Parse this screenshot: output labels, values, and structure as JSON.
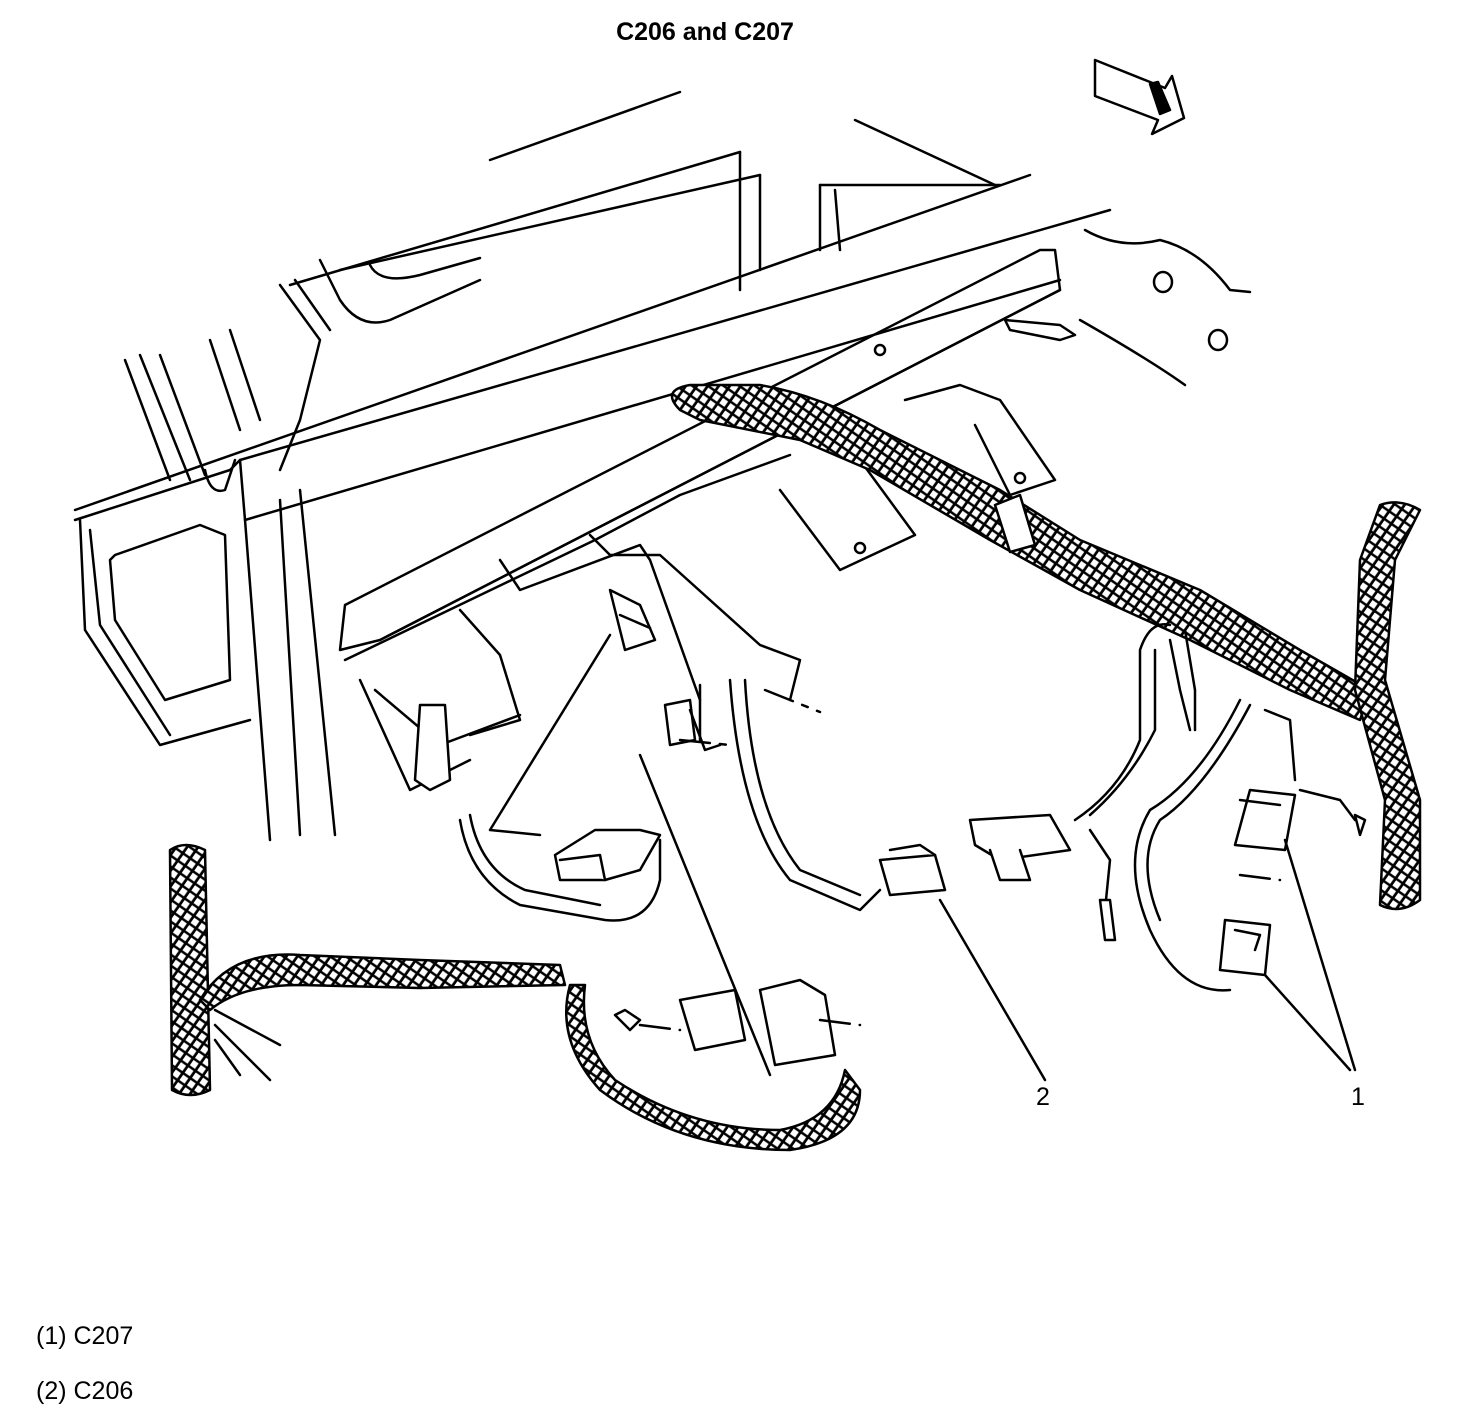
{
  "diagram": {
    "title": "C206 and C207",
    "callouts": {
      "one": "1",
      "two": "2"
    },
    "legend": [
      {
        "label": "(1) C207"
      },
      {
        "label": "(2) C206"
      }
    ]
  }
}
